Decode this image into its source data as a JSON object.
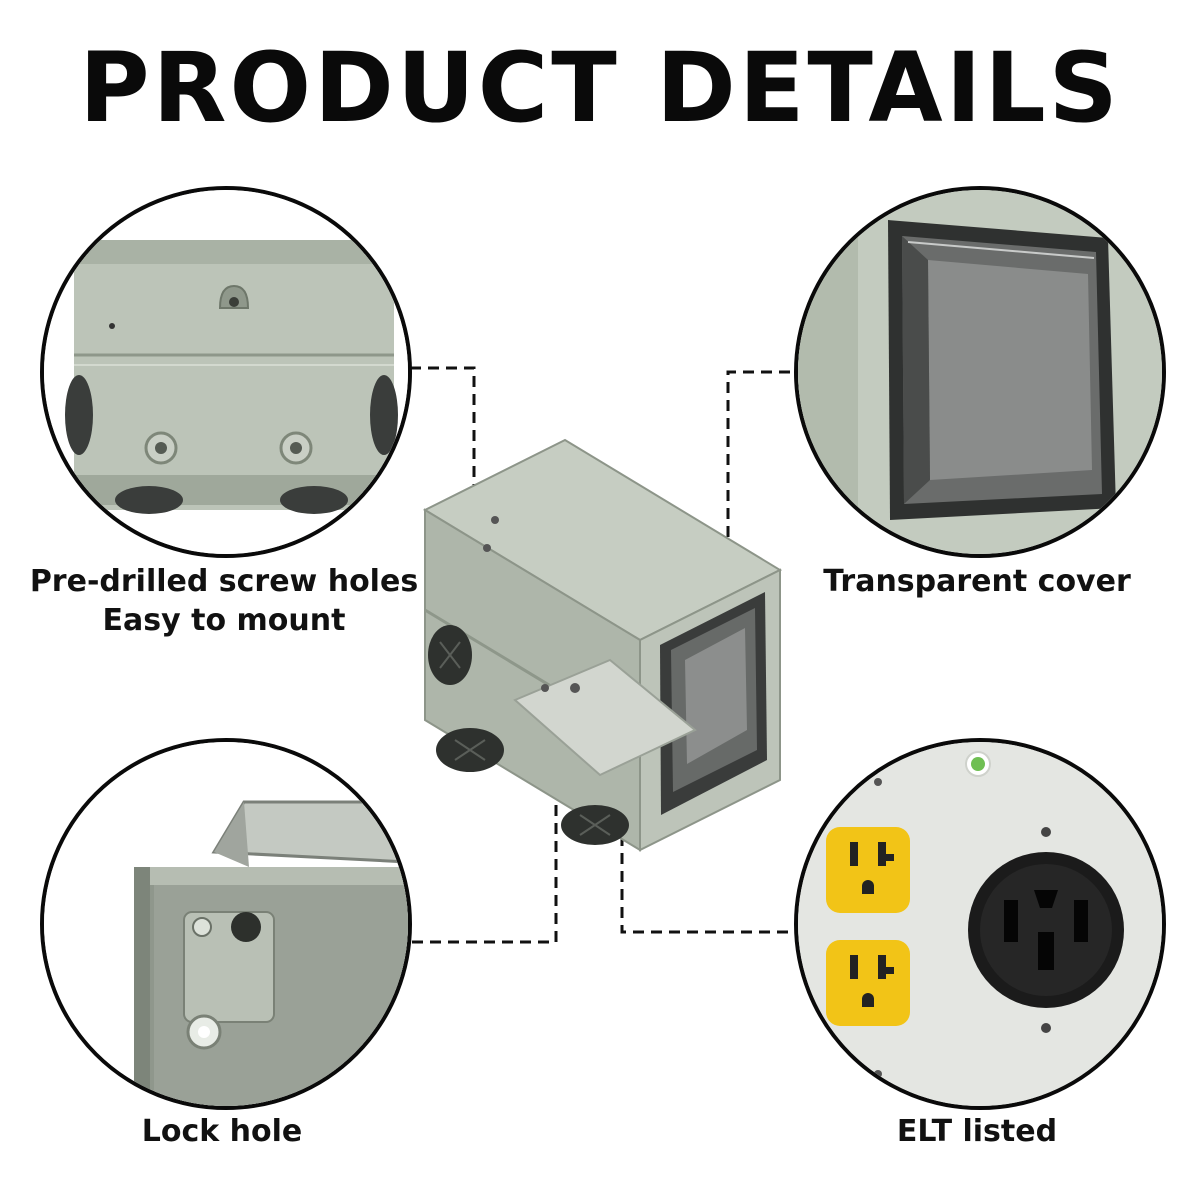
{
  "title": "PRODUCT DETAILS",
  "captions": {
    "screw_holes_line1": "Pre-drilled screw holes",
    "screw_holes_line2": "Easy to mount",
    "transparent_cover": "Transparent cover",
    "lock_hole": "Lock hole",
    "elt_listed": "ELT listed"
  },
  "colors": {
    "enclosure_gray": "#b9c1b5",
    "cover_smoke": "#5e605f",
    "outlet_yellow": "#f2c417",
    "receptacle_black": "#1b1b1b",
    "indicator_green": "#6fbf52"
  },
  "icons": {
    "product": "weatherproof-power-outlet-box",
    "knockout": "rubber-knockout-grommet",
    "receptacle_50a": "nema-14-50-receptacle",
    "receptacle_20a": "nema-5-20-receptacle"
  }
}
